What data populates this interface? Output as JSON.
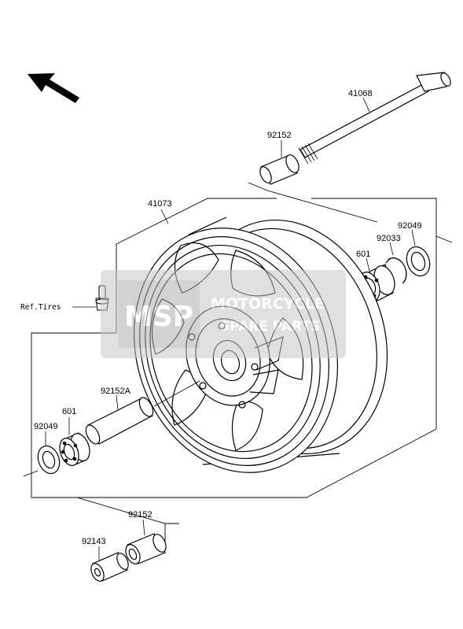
{
  "diagram": {
    "parts": {
      "axle": "41068",
      "wheel": "41073",
      "collar_right": "92152",
      "seal_right": "92049",
      "circlip": "92033",
      "bearing_right": "601",
      "bearing_left": "601",
      "seal_left": "92049",
      "distance_collar": "92152A",
      "collar_left": "92152",
      "collar_small": "92143"
    },
    "ref_tires": "Ref.Tires"
  },
  "watermark": {
    "logo": "MSP",
    "line1": "MOTORCYCLE",
    "line2": "SPARE PARTS"
  },
  "colors": {
    "line": "#000000",
    "watermark": "#b5b5b5"
  }
}
